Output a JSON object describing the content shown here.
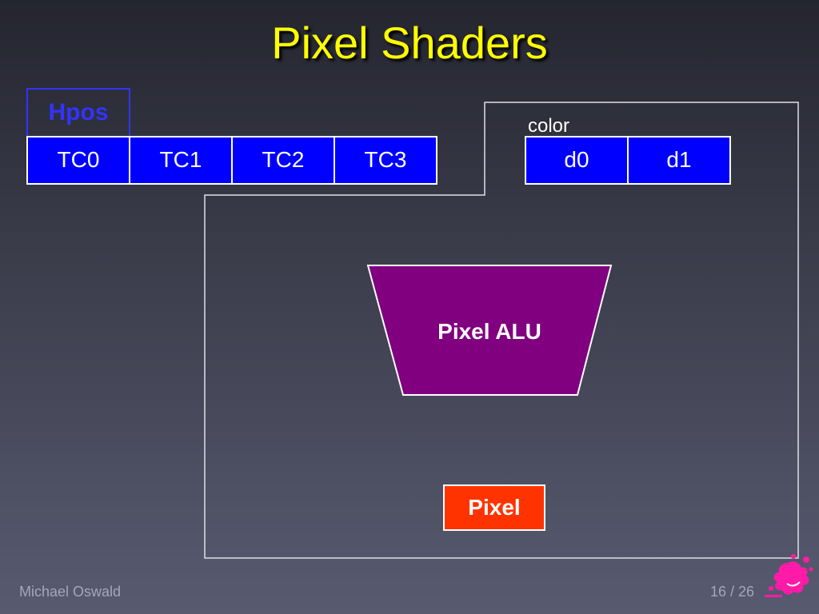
{
  "title": "Pixel Shaders",
  "diagram": {
    "hpos_label": "Hpos",
    "texcoord_registers": [
      "TC0",
      "TC1",
      "TC2",
      "TC3"
    ],
    "color_label": "color",
    "color_registers": [
      "d0",
      "d1"
    ],
    "alu_label": "Pixel ALU",
    "output_label": "Pixel"
  },
  "colors": {
    "title": "#ffff00",
    "register_fill": "#0000ff",
    "hpos_text": "#3333ff",
    "alu_fill": "#800080",
    "output_fill": "#ff3300"
  },
  "footer": {
    "author": "Michael Oswald",
    "page": "16 / 26"
  }
}
